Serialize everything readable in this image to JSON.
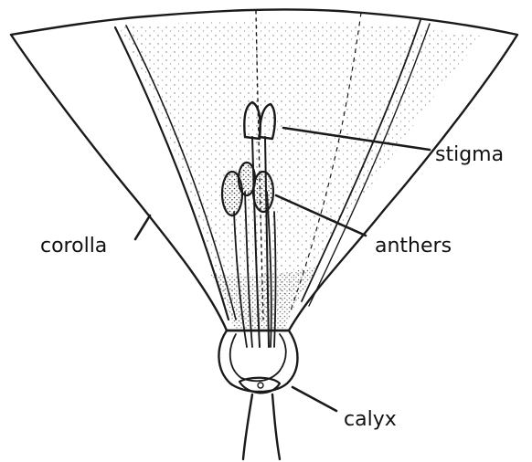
{
  "diagram": {
    "labels": {
      "stigma": "stigma",
      "anthers": "anthers",
      "corolla": "corolla",
      "calyx": "calyx"
    },
    "colors": {
      "ink": "#1a1a1a",
      "background": "#ffffff"
    }
  }
}
